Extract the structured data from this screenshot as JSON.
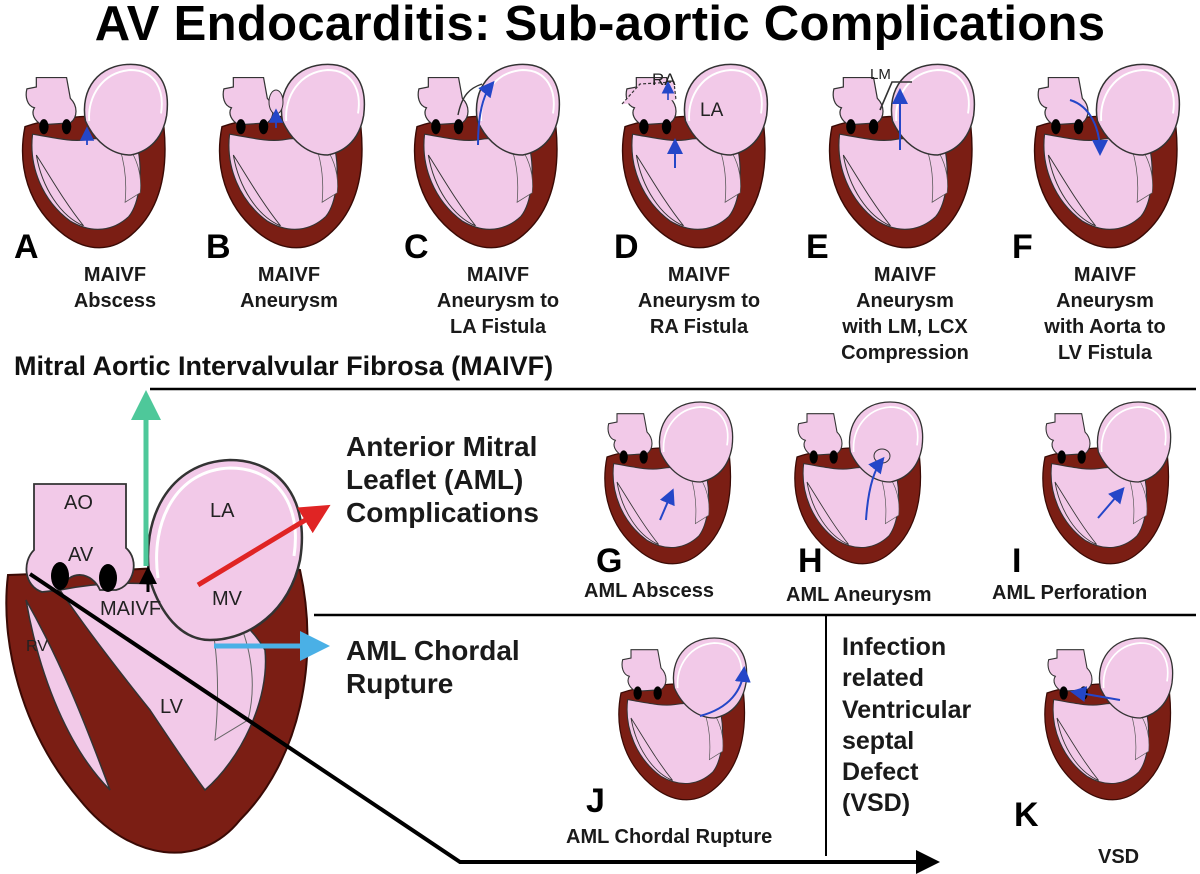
{
  "title": "AV Endocarditis: Sub-aortic Complications",
  "colors": {
    "myocardium": "#7b1e14",
    "chamber": "#f2c9e8",
    "outline": "#333333",
    "arrow_small": "#2446c8",
    "arrow_green": "#4ec89a",
    "arrow_red": "#e02424",
    "arrow_blue": "#4ab0e6",
    "valve": "#000000"
  },
  "maivf_header": "Mitral Aortic Intervalvular Fibrosa (MAIVF)",
  "panels": [
    {
      "letter": "A",
      "caption": "MAIVF\nAbscess"
    },
    {
      "letter": "B",
      "caption": "MAIVF\nAneurysm"
    },
    {
      "letter": "C",
      "caption": "MAIVF\nAneurysm to\nLA Fistula"
    },
    {
      "letter": "D",
      "caption": "MAIVF\nAneurysm to\nRA Fistula",
      "labels": [
        "RA",
        "LA"
      ]
    },
    {
      "letter": "E",
      "caption": "MAIVF\nAneurysm\nwith LM, LCX\nCompression",
      "labels": [
        "LM"
      ]
    },
    {
      "letter": "F",
      "caption": "MAIVF\nAneurysm\nwith Aorta to\nLV Fistula"
    },
    {
      "letter": "G",
      "caption": "AML Abscess"
    },
    {
      "letter": "H",
      "caption": "AML Aneurysm"
    },
    {
      "letter": "I",
      "caption": "AML Perforation"
    },
    {
      "letter": "J",
      "caption": "AML Chordal Rupture"
    },
    {
      "letter": "K",
      "caption": "VSD"
    }
  ],
  "aml_heading": "Anterior Mitral\nLeaflet (AML)\nComplications",
  "chordal_heading": "AML Chordal\nRupture",
  "vsd_heading": "Infection\nrelated\nVentricular\nseptal\nDefect\n(VSD)",
  "big_heart_labels": {
    "ao": "AO",
    "av": "AV",
    "la": "LA",
    "maivf": "MAIVF",
    "mv": "MV",
    "rv": "RV",
    "lv": "LV"
  }
}
